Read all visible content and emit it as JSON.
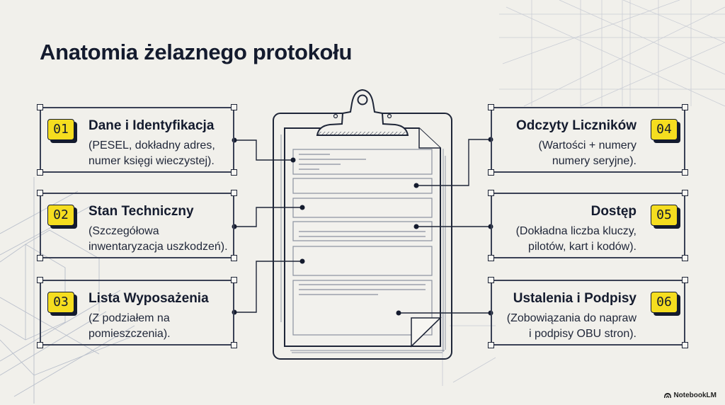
{
  "title": "Anatomia żelaznego protokołu",
  "colors": {
    "background": "#f1f0eb",
    "ink": "#141b2e",
    "accent_yellow": "#f5dd1f",
    "sketch_lines": "#b9bfcb"
  },
  "cards": [
    {
      "number": "01",
      "title": "Dane i Identyfikacja",
      "description": "(PESEL, dokładny adres,\nnumer księgi wieczystej).",
      "side": "left"
    },
    {
      "number": "02",
      "title": "Stan Techniczny",
      "description": "(Szczegółowa\ninwentaryzacja uszkodzeń).",
      "side": "left"
    },
    {
      "number": "03",
      "title": "Lista Wyposażenia",
      "description": "(Z podziałem na\npomieszczenia).",
      "side": "left"
    },
    {
      "number": "04",
      "title": "Odczyty Liczników",
      "description": "(Wartości + numery\nnumery seryjne).",
      "side": "right"
    },
    {
      "number": "05",
      "title": "Dostęp",
      "description": "(Dokładna liczba kluczy,\npilotów, kart i kodów).",
      "side": "right"
    },
    {
      "number": "06",
      "title": "Ustalenia i Podpisy",
      "description": "(Zobowiązania do napraw\ni podpisy OBU stron).",
      "side": "right"
    }
  ],
  "center_illustration": {
    "icon": "clipboard-icon",
    "sections": 6
  },
  "branding": {
    "label": "NotebookLM",
    "icon": "notebooklm-logo-icon"
  }
}
